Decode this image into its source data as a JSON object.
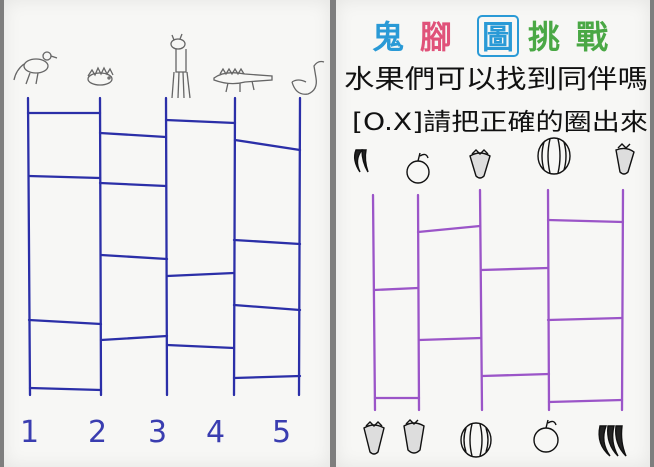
{
  "left_game": {
    "animals": [
      "bird-icon",
      "hedgehog-icon",
      "giraffe-icon",
      "crocodile-icon",
      "duck-icon"
    ],
    "numbers": [
      "1",
      "2",
      "3",
      "4",
      "5"
    ],
    "line_color": "#2b2fa8"
  },
  "right_game": {
    "title_chars": [
      {
        "char": "鬼",
        "color": "#2a9ad6"
      },
      {
        "char": "腳",
        "color": "#e0527a"
      },
      {
        "char": "圖",
        "color": "#2a9ad6"
      },
      {
        "char": "挑",
        "color": "#4aa845"
      },
      {
        "char": "戰",
        "color": "#4aa845"
      }
    ],
    "instruction_line1": "水果們可以找到同伴嗎",
    "instruction_line2": "[O.X]請把正確的圈出來",
    "top_fruits": [
      "banana-icon",
      "apple-icon",
      "strawberry-icon",
      "watermelon-icon",
      "strawberry-icon"
    ],
    "bottom_fruits": [
      "strawberry-icon",
      "strawberry-icon",
      "watermelon-icon",
      "apple-icon",
      "banana-icon"
    ],
    "line_color": "#9b55c8"
  }
}
